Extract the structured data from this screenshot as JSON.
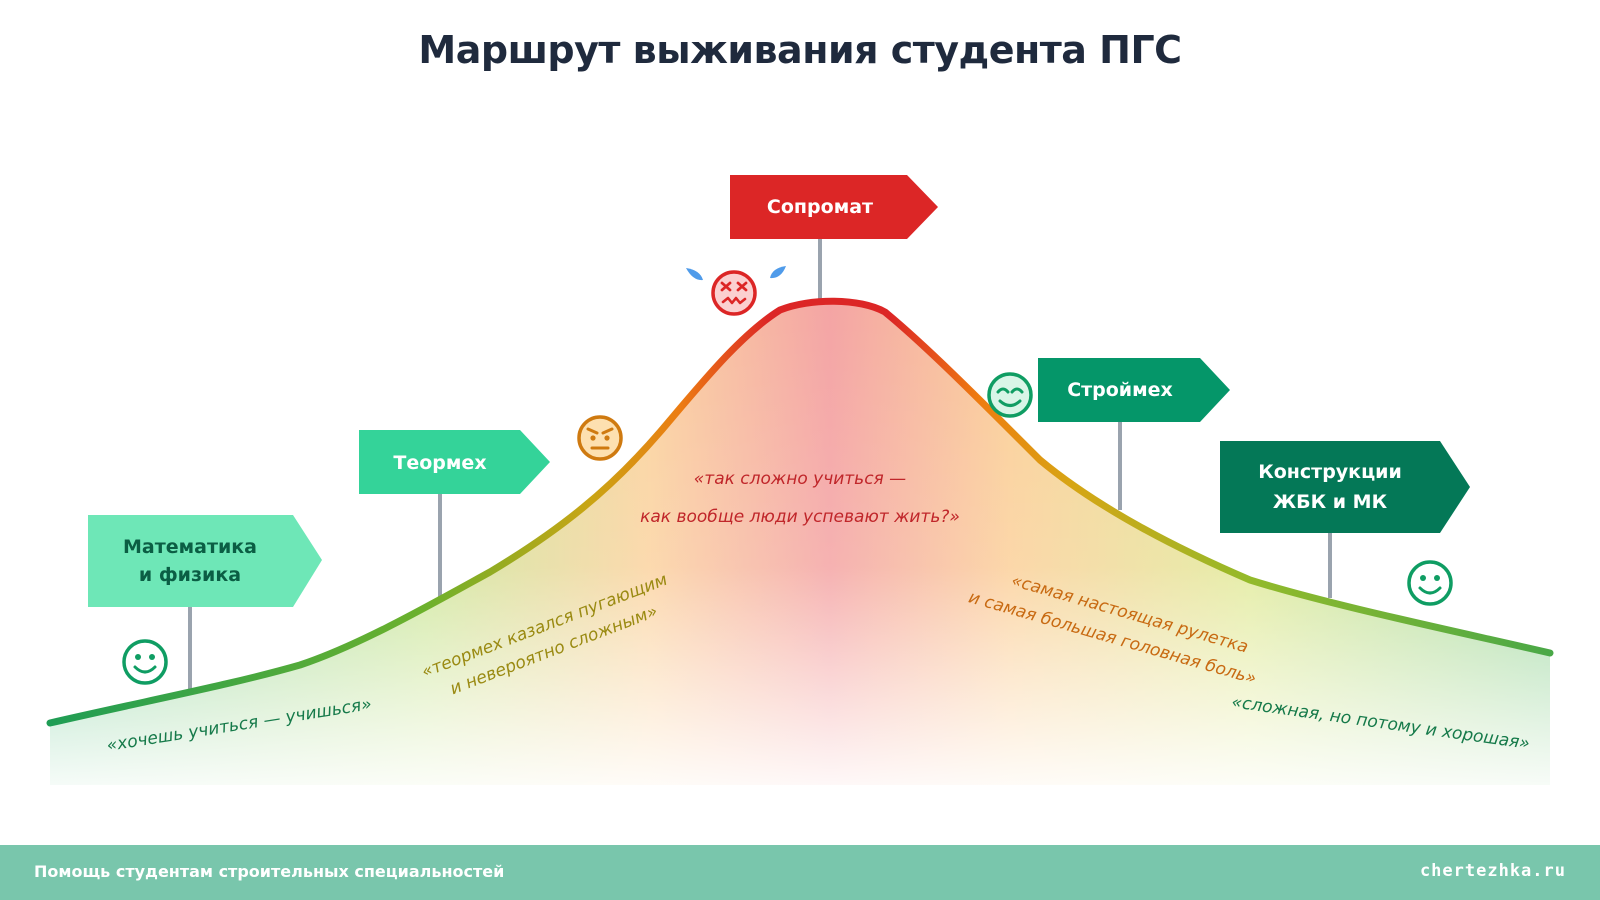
{
  "title": "Маршрут выживания студента ПГС",
  "signs": {
    "math": {
      "line1": "Математика",
      "line2": "и физика",
      "color": "#6ee7b7",
      "text_color": "#0b5e44"
    },
    "teormeh": {
      "label": "Теормех",
      "color": "#34d399",
      "text_color": "#ffffff"
    },
    "sopromat": {
      "label": "Сопромат",
      "color": "#dc2626",
      "text_color": "#ffffff"
    },
    "stroimeh": {
      "label": "Строймех",
      "color": "#059669",
      "text_color": "#ffffff"
    },
    "konstr": {
      "line1": "Конструкции",
      "line2": "ЖБК и МК",
      "color": "#047857",
      "text_color": "#ffffff"
    }
  },
  "quotes": {
    "math": "«хочешь учиться — учишься»",
    "teormeh_line1": "«теормех казался пугающим",
    "teormeh_line2": "и невероятно сложным»",
    "sopromat_line1": "«так сложно учиться —",
    "sopromat_line2": "как вообще люди успевают жить?»",
    "stroimeh_line1": "«самая настоящая рулетка",
    "stroimeh_line2": "и самая большая головная боль»",
    "konstr": "«сложная, но потому и хорошая»"
  },
  "faces": {
    "math": "smile-face-icon",
    "teormeh": "annoyed-face-icon",
    "sopromat": "dizzy-face-icon",
    "stroimeh": "relieved-face-icon",
    "konstr": "smile-face-icon"
  },
  "footer": {
    "left": "Помощь студентам строительных специальностей",
    "right": "chertezhka.ru"
  }
}
